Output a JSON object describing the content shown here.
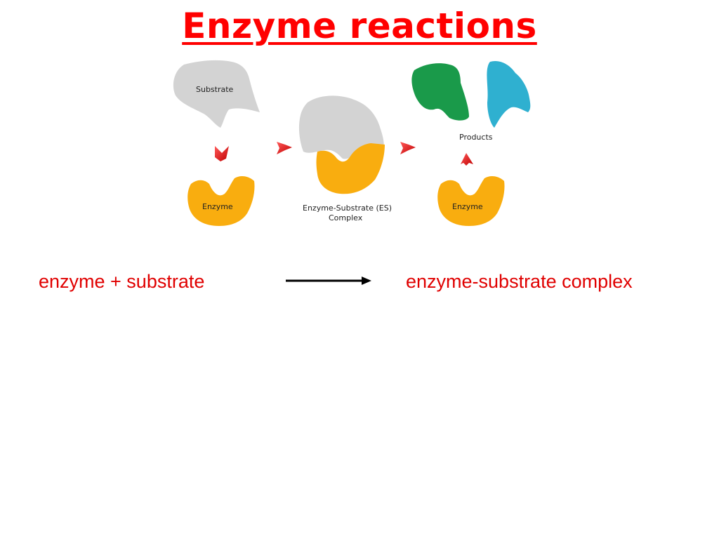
{
  "slide": {
    "title": "Enzyme reactions"
  },
  "diagram": {
    "labels": {
      "substrate": "Substrate",
      "enzyme_left": "Enzyme",
      "es_complex_line1": "Enzyme-Substrate (ES)",
      "es_complex_line2": "Complex",
      "products": "Products",
      "enzyme_right": "Enzyme"
    },
    "colors": {
      "substrate": "#d3d3d3",
      "enzyme": "#f9ad0f",
      "product_green": "#1a9a4a",
      "product_blue": "#2fb0d0",
      "arrow": "#e01010"
    }
  },
  "equation": {
    "left": "enzyme + substrate",
    "right": "enzyme-substrate complex"
  }
}
